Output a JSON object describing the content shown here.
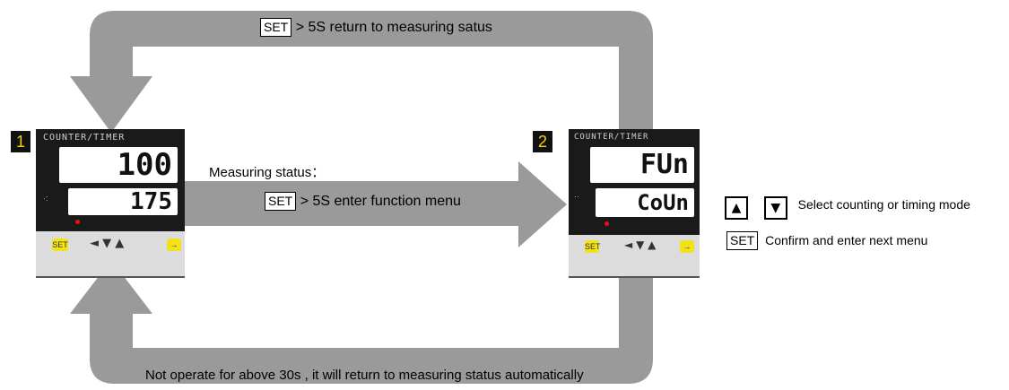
{
  "badges": {
    "one": "1",
    "two": "2"
  },
  "arrows": {
    "top_key": "SET",
    "top_text": "> 5S return to measuring satus",
    "middle_title": "Measuring status：",
    "middle_key": "SET",
    "middle_text": "> 5S enter function menu",
    "bottom_text": "Not operate for above 30s , it will return to  measuring status automatically"
  },
  "device1": {
    "brand": "COUNTER/TIMER",
    "display_top": "100",
    "display_bottom": "175",
    "key_row": "◄ ▼ ▲"
  },
  "device2": {
    "brand": "COUNTER/TIMER",
    "display_top": "FUn",
    "display_bottom": "CoUn",
    "key_row": "◄ ▼ ▲"
  },
  "legend": {
    "up_key": "▲",
    "down_key": "▼",
    "updown_text": "Select counting or timing mode",
    "set_key": "SET",
    "set_text": "Confirm and enter next menu"
  },
  "colors": {
    "arrow": "#9a9a9a",
    "badge_bg": "#111111",
    "badge_fg": "#f5d400",
    "button_yellow": "#f2e21a"
  },
  "icons": [
    "triangle-up-icon",
    "triangle-down-icon",
    "triangle-left-icon"
  ]
}
